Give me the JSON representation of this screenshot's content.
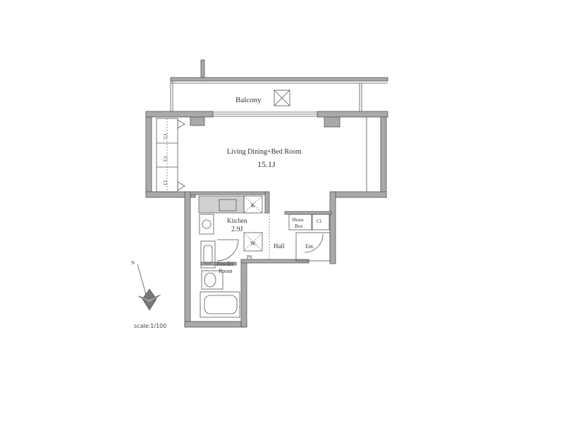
{
  "rooms": {
    "balcony": "Balcony",
    "living": "Living Dining+Bed Room",
    "living_area": "15.1J",
    "kitchen": "Kitchen",
    "kitchen_area": "2.9J",
    "powder_room": [
      "Powder",
      "Room"
    ],
    "hall": "Hall",
    "entrance": "Ent.",
    "shoes_box": [
      "Shoes",
      "Box"
    ],
    "closet": "Cl.",
    "closet_left": [
      "Cl.",
      "Cl.",
      "Cl."
    ],
    "k_mark": "K",
    "w_mark": "W.",
    "ps_mark": "PS"
  },
  "compass": {
    "north_label": "N"
  },
  "scale_text": "scale:1/100"
}
